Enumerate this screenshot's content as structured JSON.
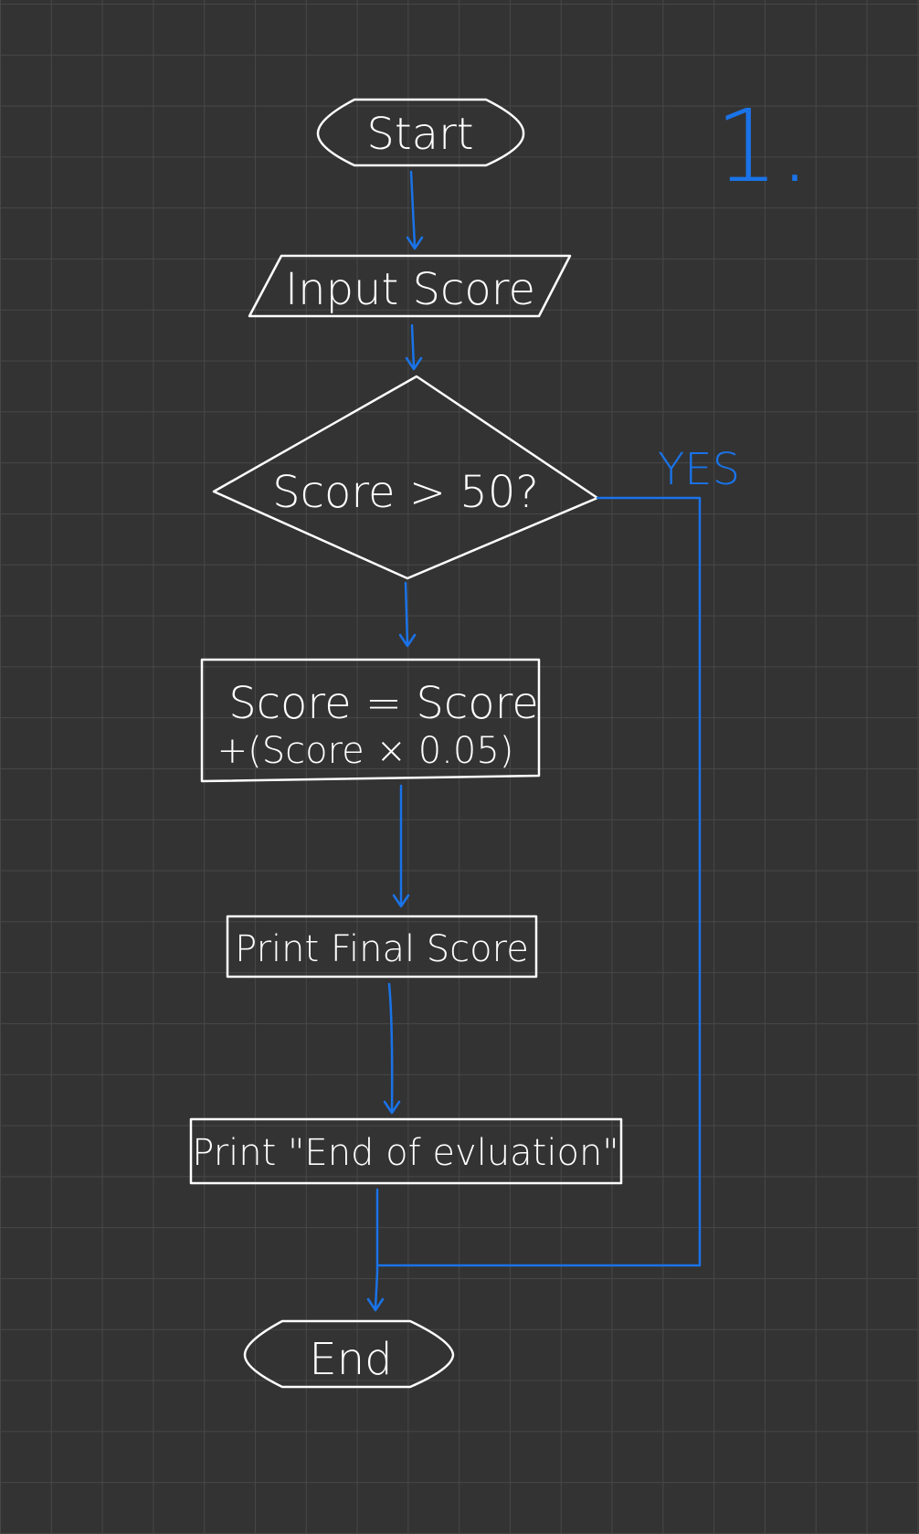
{
  "page_number": "1.",
  "nodes": {
    "start": "Start",
    "input": "Input Score",
    "decision": "Score > 50?",
    "process_line1": "Score = Score",
    "process_line2": "+(Score × 0.05)",
    "print_final": "Print Final Score",
    "print_end": "Print \"End of evluation\"",
    "end": "End"
  },
  "edge_labels": {
    "yes": "YES"
  },
  "colors": {
    "background": "#333333",
    "grid": "#474747",
    "shape_stroke": "#ffffff",
    "flow": "#1a73e8"
  }
}
